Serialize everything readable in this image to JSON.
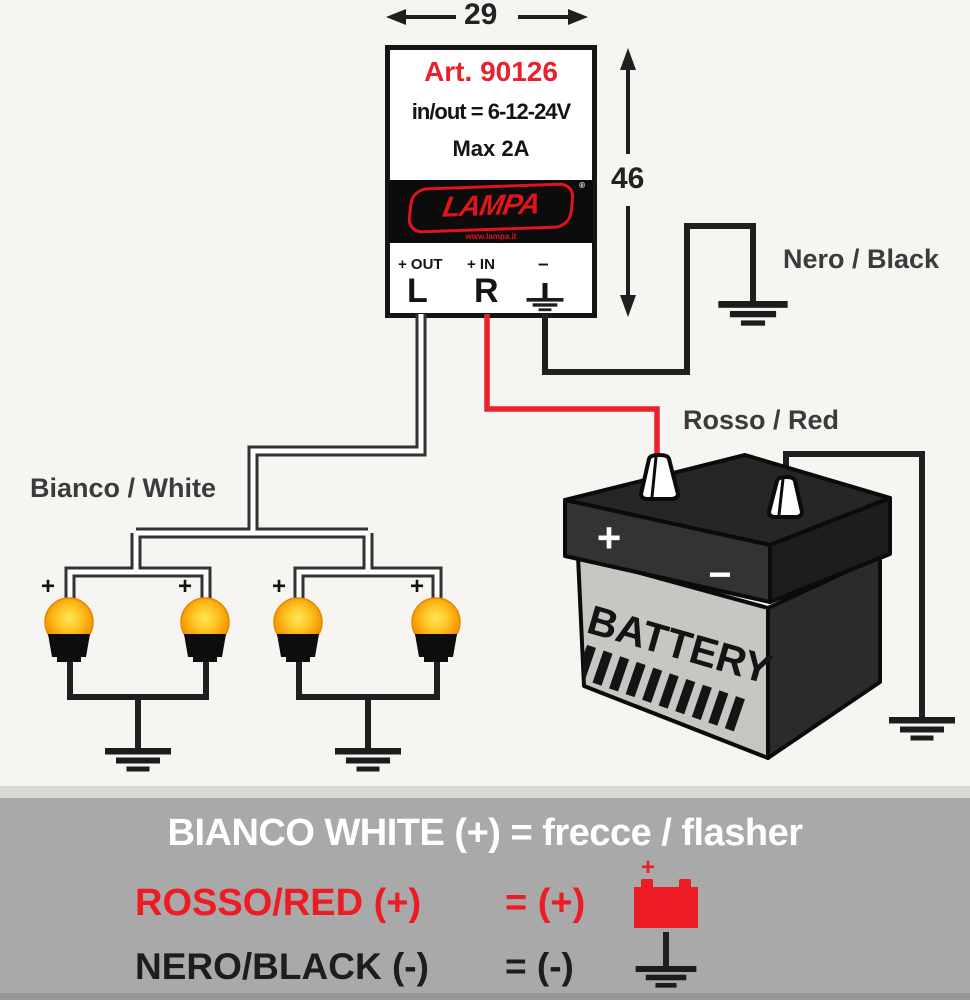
{
  "module": {
    "art": "Art. 90126",
    "spec": "in/out = 6-12-24V",
    "max": "Max 2A",
    "brand": "LAMPA",
    "brand_url": "www.lampa.it",
    "registered": "®",
    "terminals": {
      "out_label": "+ OUT",
      "in_label": "+ IN",
      "minus_label": "–",
      "left_letter": "L",
      "right_letter": "R"
    }
  },
  "dimensions": {
    "width_mm": "29",
    "height_mm": "46"
  },
  "wire_labels": {
    "white": "Bianco / White",
    "red": "Rosso / Red",
    "black": "Nero / Black"
  },
  "battery": {
    "label": "BATTERY",
    "plus": "+",
    "minus": "−"
  },
  "bulbs": {
    "plus": "+",
    "count": 4
  },
  "legend": {
    "line1": "BIANCO WHITE (+) = frecce / flasher",
    "line2_label": "ROSSO/RED (+)",
    "line2_eq": "= (+)",
    "line3_label": "NERO/BLACK (-)",
    "line3_eq": "= (-)",
    "battery_icon_plus": "+"
  },
  "colors": {
    "red_wire": "#e8212a",
    "brand_red": "#e0151b",
    "legend_red": "#ed1c24",
    "bulb_amber": "#f79d04",
    "legend_gray": "#a9a9a9",
    "background": "#f6f5f1"
  }
}
